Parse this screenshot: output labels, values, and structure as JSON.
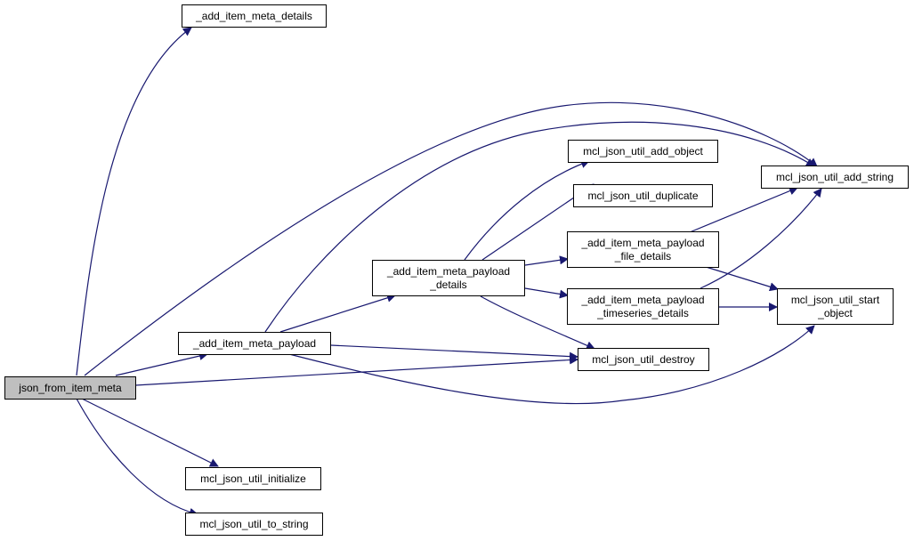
{
  "nodes": {
    "root": "json_from_item_meta",
    "add_item_meta_details": "_add_item_meta_details",
    "add_item_meta_payload": "_add_item_meta_payload",
    "add_item_meta_payload_details": "_add_item_meta_payload\n_details",
    "mcl_json_util_add_object": "mcl_json_util_add_object",
    "mcl_json_util_duplicate": "mcl_json_util_duplicate",
    "add_item_meta_payload_file_details": "_add_item_meta_payload\n_file_details",
    "add_item_meta_payload_timeseries_details": "_add_item_meta_payload\n_timeseries_details",
    "mcl_json_util_destroy": "mcl_json_util_destroy",
    "mcl_json_util_add_string": "mcl_json_util_add_string",
    "mcl_json_util_start_object": "mcl_json_util_start\n_object",
    "mcl_json_util_initialize": "mcl_json_util_initialize",
    "mcl_json_util_to_string": "mcl_json_util_to_string"
  },
  "colors": {
    "edge": "#191970",
    "root_fill": "#bfbfbf",
    "node_fill": "#ffffff",
    "border": "#000000"
  }
}
